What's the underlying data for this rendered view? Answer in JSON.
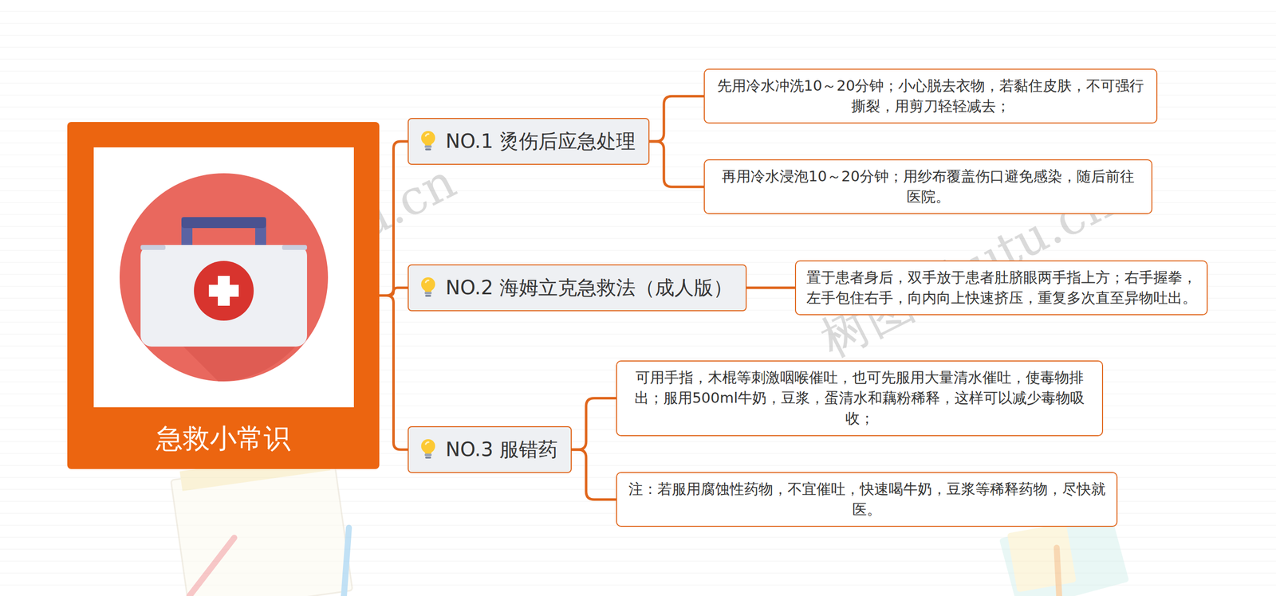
{
  "diagram": {
    "nodes": [
      {
        "text": [
          "急救小常识"
        ]
      },
      {
        "text": [
          "NO.1 烫伤后应急处理"
        ]
      },
      {
        "text": [
          "先用冷水冲洗10～20分钟；小心脱去衣物，若黏住皮肤，不可强行撕裂，用剪刀轻轻减去；"
        ]
      },
      {
        "text": [
          "再用冷水浸泡10～20分钟；用纱布覆盖伤口避免感染，随后前往医院。"
        ]
      },
      {
        "text": [
          "NO.2 海姆立克急救法（成人版）"
        ]
      },
      {
        "text": [
          "置于患者身后，双手放于患者肚脐眼两手指上方；右手握拳，左手包住右手，向内向上快速挤压，重复多次直至异物吐出。"
        ]
      },
      {
        "text": [
          "NO.3 服错药"
        ]
      },
      {
        "text": [
          "可用手指，木棍等刺激咽喉催吐，也可先服用大量清水催吐，使毒物排出；服用500ml牛奶，豆浆，蛋清水和藕粉稀释，这样可以减少毒物吸收；"
        ]
      },
      {
        "text": [
          "注：若服用腐蚀性药物，不宜催吐，快速喝牛奶，豆浆等稀释药物，尽快就医。"
        ]
      }
    ],
    "edges": [
      {
        "from": 0,
        "to": 1,
        "arrow": "none"
      },
      {
        "from": 0,
        "to": 4,
        "arrow": "none"
      },
      {
        "from": 0,
        "to": 6,
        "arrow": "none"
      },
      {
        "from": 1,
        "to": 2,
        "arrow": "none"
      },
      {
        "from": 1,
        "to": 3,
        "arrow": "none"
      },
      {
        "from": 4,
        "to": 5,
        "arrow": "none"
      },
      {
        "from": 6,
        "to": 7,
        "arrow": "none"
      },
      {
        "from": 6,
        "to": 8,
        "arrow": "none"
      }
    ],
    "labels": [
      "树图 shutu.cn",
      "树图 shutu.cn"
    ]
  }
}
